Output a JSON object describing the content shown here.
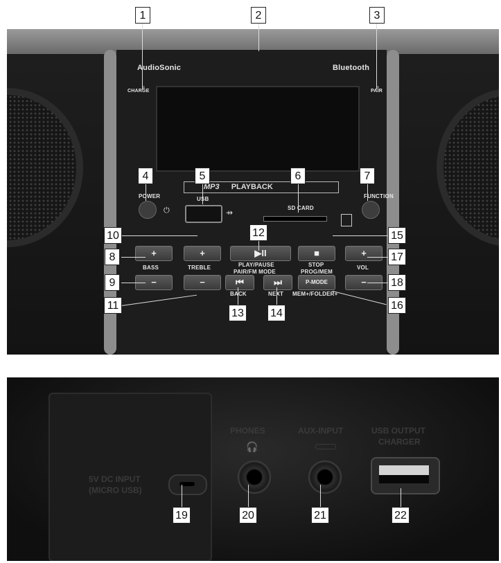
{
  "brand": "AudioSonic",
  "bluetooth_label": "Bluetooth",
  "display_badge": "MP3",
  "display_badge_text": "PLAYBACK",
  "labels": {
    "charge": "CHARGE",
    "pair": "PAIR",
    "power": "POWER",
    "usb": "USB",
    "sd_card": "SD CARD",
    "function": "FUNCTION",
    "bass": "BASS",
    "treble": "TREBLE",
    "play_pause": "PLAY/PAUSE",
    "pair_fm_mode": "PAIR/FM MODE",
    "stop": "STOP",
    "prog_mem": "PROG/MEM",
    "vol": "VOL",
    "back": "BACK",
    "next": "NEXT",
    "p_mode": "P-MODE",
    "mem_folder": "MEM+/FOLDER+"
  },
  "back_labels": {
    "dc_input_1": "5V DC INPUT",
    "dc_input_2": "(MICRO USB)",
    "phones": "PHONES",
    "aux_input": "AUX-INPUT",
    "usb_output_1": "USB OUTPUT",
    "usb_output_2": "CHARGER"
  },
  "callouts": [
    "1",
    "2",
    "3",
    "4",
    "5",
    "6",
    "7",
    "8",
    "9",
    "10",
    "11",
    "12",
    "13",
    "14",
    "15",
    "16",
    "17",
    "18",
    "19",
    "20",
    "21",
    "22"
  ],
  "colors": {
    "accent_trim": "#a9a9a9",
    "body": "#1b1b1b"
  }
}
